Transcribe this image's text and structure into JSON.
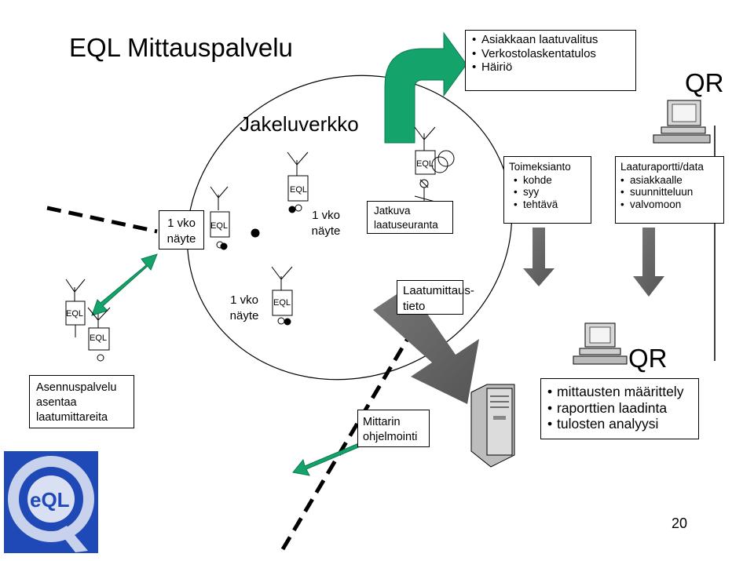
{
  "slide": {
    "title": "EQL Mittauspalvelu",
    "page_number": "20"
  },
  "network_label": "Jakeluverkko",
  "qr_labels": {
    "top": "QR",
    "bottom": "QR"
  },
  "top_list": [
    "Asiakkaan laatuvalitus",
    "Verkostolaskentatulos",
    "Häiriö"
  ],
  "toimeksianto": {
    "title": "Toimeksianto",
    "items": [
      "kohde",
      "syy",
      "tehtävä"
    ]
  },
  "laaturaportti": {
    "title": "Laaturaportti/data",
    "items": [
      "asiakkaalle",
      "suunnitteluun",
      "valvomoon"
    ]
  },
  "sample_label_1": [
    "1 vko",
    "näyte"
  ],
  "sample_label_2": [
    "1 vko",
    "näyte"
  ],
  "sample_label_3": [
    "1 vko",
    "näyte"
  ],
  "jatkuva": [
    "Jatkuva",
    "laatuseuranta"
  ],
  "laatumittaustieto": [
    "Laatumittaus-",
    "tieto"
  ],
  "asennus": [
    "Asennuspalvelu",
    "asentaa",
    "laatumittareita"
  ],
  "mittarin": [
    "Mittarin",
    "ohjelmointi"
  ],
  "qr_tasks": [
    "mittausten määrittely",
    "raporttien laadinta",
    "tulosten analyysi"
  ],
  "meter_tag": "EQL",
  "logo": {
    "text": "eQL",
    "letter": "Q",
    "colors": {
      "bg": "#1f49b6",
      "ring": "#c9d2ec"
    }
  },
  "colors": {
    "arrow_green": "#14a36a",
    "arrow_gray": "#666666"
  }
}
